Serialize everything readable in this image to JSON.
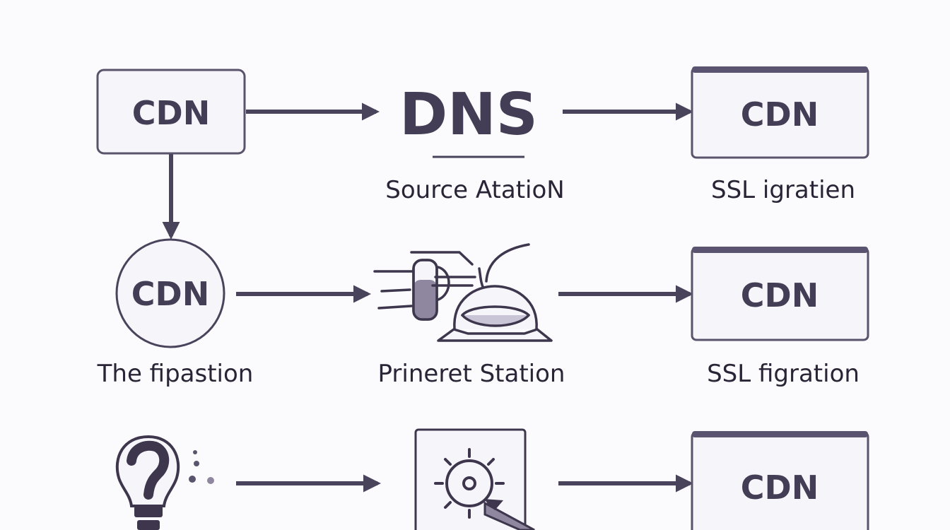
{
  "diagram": {
    "row1": {
      "left_box": "CDN",
      "center_title": "DNS",
      "center_label": "Source AtatioN",
      "right_box": "CDN",
      "right_label": "SSL igratien"
    },
    "row2": {
      "left_circle": "CDN",
      "left_label": "The fipastion",
      "center_label": "Prineret Station",
      "right_box": "CDN",
      "right_label": "SSL figration"
    },
    "row3": {
      "right_box": "CDN"
    }
  },
  "icons": [
    "lightbulb-icon",
    "server-station-icon",
    "gear-cursor-icon"
  ],
  "colors": {
    "stroke": "#4a435c",
    "box_fill": "#f6f5fa",
    "text": "#2a2536",
    "accent_bar": "#5b5470"
  }
}
